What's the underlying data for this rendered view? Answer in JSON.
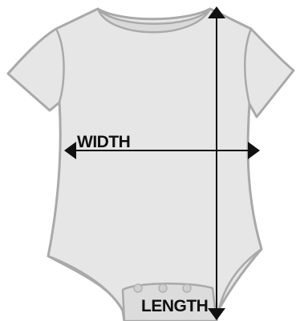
{
  "diagram": {
    "subject_icon": "baby-onesie-icon",
    "colors": {
      "garment_fill": "#e6e6e6",
      "garment_shadow": "#d9d9d9",
      "garment_outline": "#a9a9a9",
      "snap_fill": "#cfcfcf",
      "arrow_color": "#111111",
      "background": "#ffffff"
    },
    "measurements": [
      {
        "label": "WIDTH",
        "orientation": "horizontal"
      },
      {
        "label": "LENGTH",
        "orientation": "vertical"
      }
    ]
  }
}
